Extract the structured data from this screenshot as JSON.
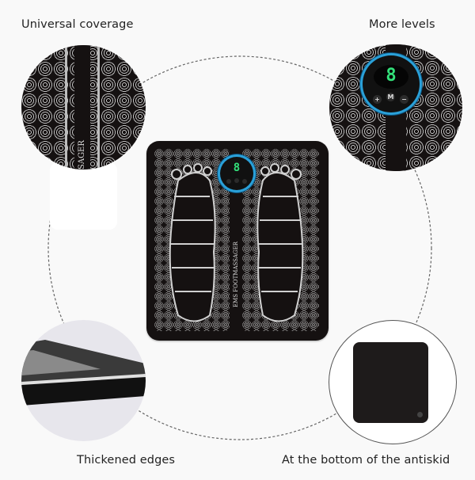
{
  "features": {
    "top_left": {
      "label": "Universal coverage"
    },
    "top_right": {
      "label": "More levels"
    },
    "bottom_left": {
      "label": "Thickened edges"
    },
    "bottom_right": {
      "label": "At the bottom of the antiskid"
    }
  },
  "product": {
    "name": "EMS FOOTMASSAGER",
    "partial_name": "SAGER",
    "display_value": "8",
    "buttons": [
      "+",
      "M",
      "−"
    ]
  },
  "colors": {
    "background": "#f9f9f9",
    "mat": "#151111",
    "pattern_lines": "#bdbdbd",
    "display_ring": "#2aa0d8",
    "digit": "#33e07a",
    "dashed_ring": "#666666"
  }
}
